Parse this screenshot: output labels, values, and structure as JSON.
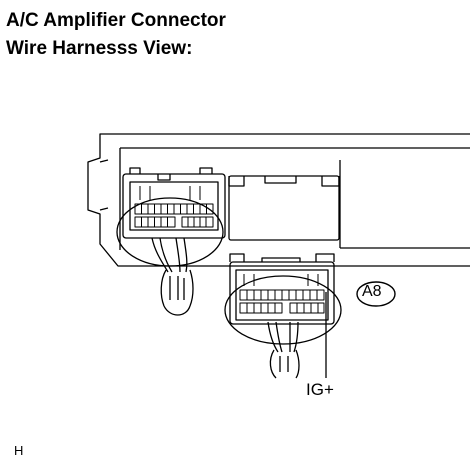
{
  "title": {
    "line1": "A/C Amplifier Connector",
    "line2": "Wire Harnesss View:"
  },
  "labels": {
    "connector_code": "A8",
    "pin": "IG+",
    "figure_code": "H"
  }
}
